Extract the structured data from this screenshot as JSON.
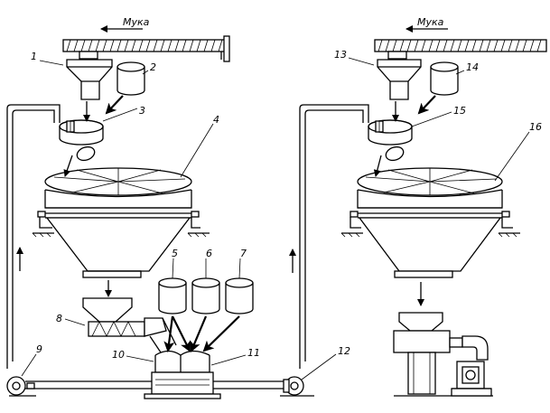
{
  "flow_label_left": "Мука",
  "flow_label_right": "Мука",
  "labels": [
    "1",
    "2",
    "3",
    "4",
    "5",
    "6",
    "7",
    "8",
    "9",
    "10",
    "11",
    "12",
    "13",
    "14",
    "15",
    "16"
  ]
}
